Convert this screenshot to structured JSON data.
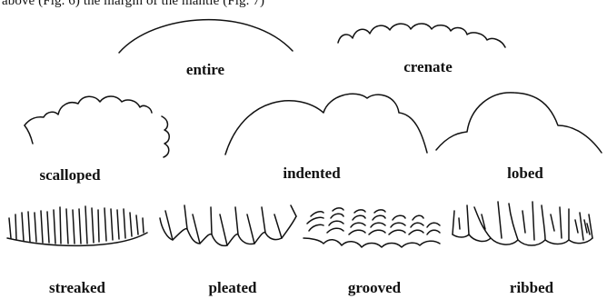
{
  "intro_text": "above (Fig. 6) the margin of the mantle (Fig. 7)",
  "shapes": [
    {
      "key": "entire",
      "label": "entire"
    },
    {
      "key": "crenate",
      "label": "crenate"
    },
    {
      "key": "scalloped",
      "label": "scalloped"
    },
    {
      "key": "indented",
      "label": "indented"
    },
    {
      "key": "lobed",
      "label": "lobed"
    },
    {
      "key": "streaked",
      "label": "streaked"
    },
    {
      "key": "pleated",
      "label": "pleated"
    },
    {
      "key": "grooved",
      "label": "grooved"
    },
    {
      "key": "ribbed",
      "label": "ribbed"
    }
  ]
}
